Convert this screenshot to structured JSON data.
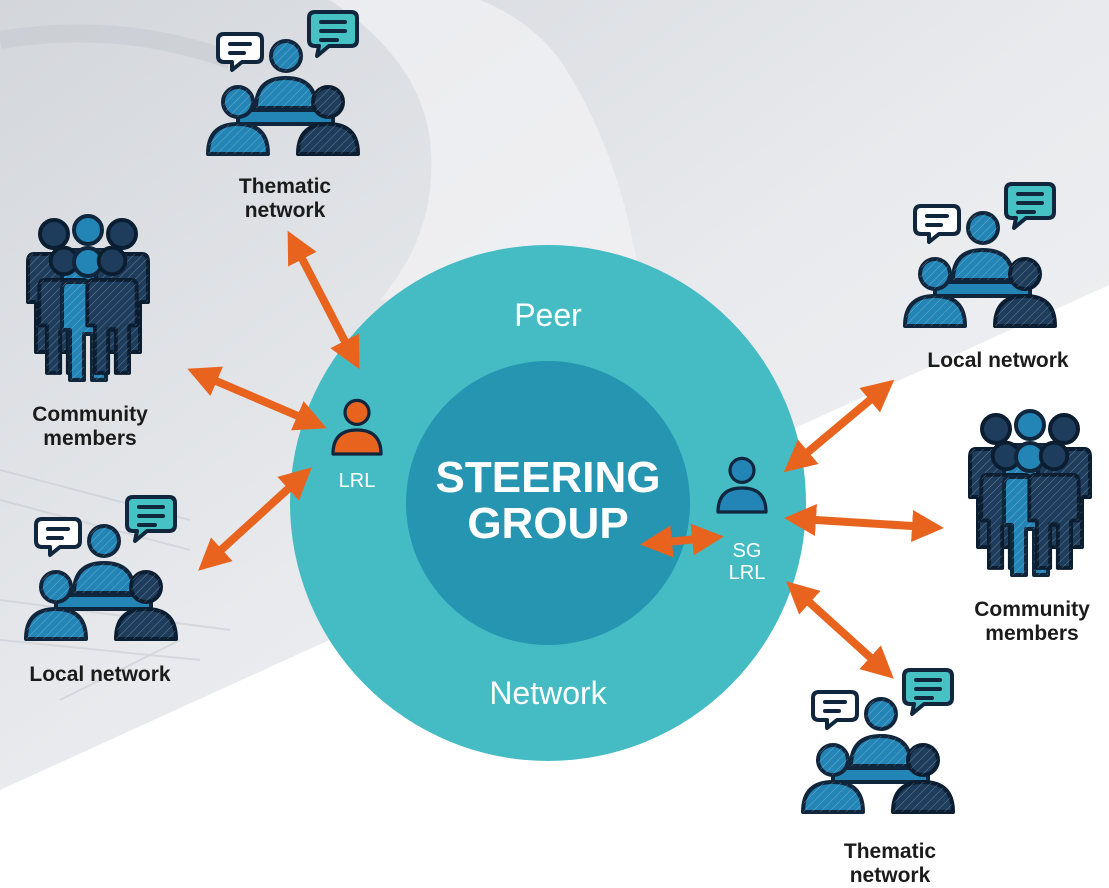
{
  "colors": {
    "outer_ring": "#45bcc4",
    "inner_core": "#2595b2",
    "arrow": "#e8631e",
    "person_dark": "#1e3d5c",
    "person_mid": "#2384b6",
    "person_orange": "#e8631e",
    "speech_teal": "#46c2c4",
    "label_text": "#1b1b1b"
  },
  "center": {
    "title_line1": "STEERING",
    "title_line2": "GROUP",
    "outer_top": "Peer",
    "outer_bottom": "Network"
  },
  "roles": {
    "left": "LRL",
    "right_line1": "SG",
    "right_line2": "LRL"
  },
  "nodes": {
    "top_thematic": [
      "Thematic",
      "network"
    ],
    "left_community": [
      "Community",
      "members"
    ],
    "left_local": [
      "Local network"
    ],
    "right_local": [
      "Local network"
    ],
    "right_community": [
      "Community",
      "members"
    ],
    "bottom_thematic": [
      "Thematic",
      "network"
    ]
  },
  "icons": {
    "group_meeting": "group-discussion-icon",
    "crowd": "crowd-icon",
    "person": "person-icon",
    "speech": "speech-bubble-icon"
  }
}
